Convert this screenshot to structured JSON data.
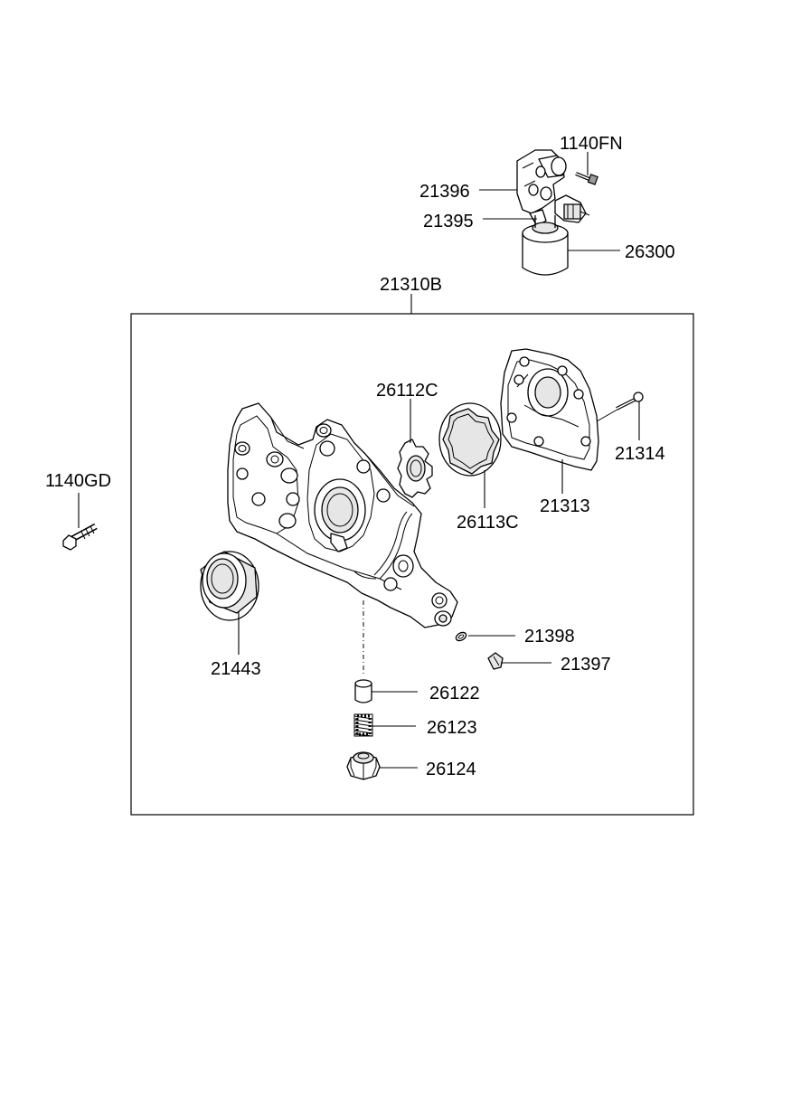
{
  "labels": {
    "p1140fn": "1140FN",
    "p21396": "21396",
    "p21395": "21395",
    "p26300": "26300",
    "p21310b": "21310B",
    "p26112c": "26112C",
    "p21314": "21314",
    "p1140gd": "1140GD",
    "p26113c": "26113C",
    "p21313": "21313",
    "p21398": "21398",
    "p21397": "21397",
    "p21443": "21443",
    "p26122": "26122",
    "p26123": "26123",
    "p26124": "26124"
  }
}
